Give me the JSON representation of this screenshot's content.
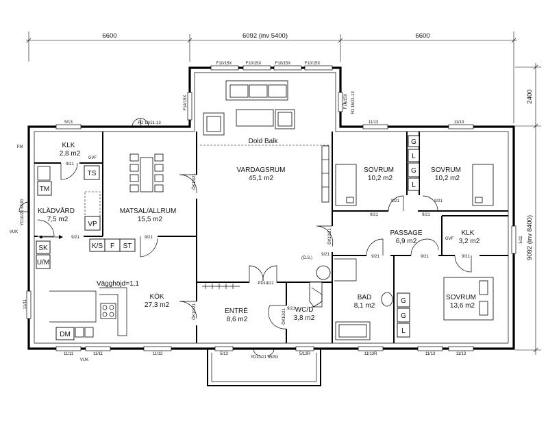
{
  "dimensions": {
    "top": [
      "6600",
      "6092 (inv 5400)",
      "6600"
    ],
    "right": [
      "2400",
      "9092 (inv 8400)"
    ]
  },
  "rooms": [
    {
      "id": "klk1",
      "name": "KLK",
      "area": "2,8 m2"
    },
    {
      "id": "kladvard",
      "name": "KLÄDVÅRD",
      "area": "7,5 m2"
    },
    {
      "id": "matsal",
      "name": "MATSAL/ALLRUM",
      "area": "15,5 m2"
    },
    {
      "id": "vardagsrum",
      "name": "VARDAGSRUM",
      "area": "45,1 m2"
    },
    {
      "id": "sovrum1",
      "name": "SOVRUM",
      "area": "10,2 m2"
    },
    {
      "id": "sovrum2",
      "name": "SOVRUM",
      "area": "10,2 m2"
    },
    {
      "id": "passage",
      "name": "PASSAGE",
      "area": "6,9 m2"
    },
    {
      "id": "klk2",
      "name": "KLK",
      "area": "3,2 m2"
    },
    {
      "id": "kok",
      "name": "KÖK",
      "area": "27,3 m2"
    },
    {
      "id": "entre",
      "name": "ENTRÉ",
      "area": "8,6 m2"
    },
    {
      "id": "wcd",
      "name": "WC/D",
      "area": "3,8 m2"
    },
    {
      "id": "bad",
      "name": "BAD",
      "area": "8,1 m2"
    },
    {
      "id": "sovrum3",
      "name": "SOVRUM",
      "area": "13,6 m2"
    }
  ],
  "fixtures": [
    "TS",
    "GVF",
    "TM",
    "VP",
    "SK",
    "U/M",
    "K/S",
    "F",
    "ST",
    "DM",
    "G",
    "L",
    "G",
    "L",
    "GVF",
    "G",
    "G",
    "L"
  ],
  "notes": {
    "dold_balk": "Dold Balk",
    "vagghojd": "Vägghöjd=1,1",
    "os": "(Ö.S.)",
    "fm": "FM"
  },
  "openings": [
    "F10/15X",
    "F10/15X",
    "F10/15X",
    "F10/15X",
    "F14/15X",
    "F14/15X",
    "FD 16/21-13",
    "FD 16/21-13",
    "5/13",
    "11/13",
    "11/13",
    "11/11",
    "5/11",
    "11/11",
    "11/11",
    "11/13",
    "5/13",
    "5/13R",
    "11/13R",
    "11/13",
    "11/13",
    "YD10/21 65JG",
    "YD10/21 65PG",
    "VUK",
    "VUK",
    "9/21",
    "9/21",
    "9/21",
    "9/21",
    "9/21",
    "9/21",
    "9/21",
    "9/21",
    "9/21",
    "9/21",
    "9/21",
    "9/21",
    "ÖK14/21",
    "ÖK10/21",
    "ÖK10/21",
    "ÖK10/21",
    "PD14/21"
  ]
}
